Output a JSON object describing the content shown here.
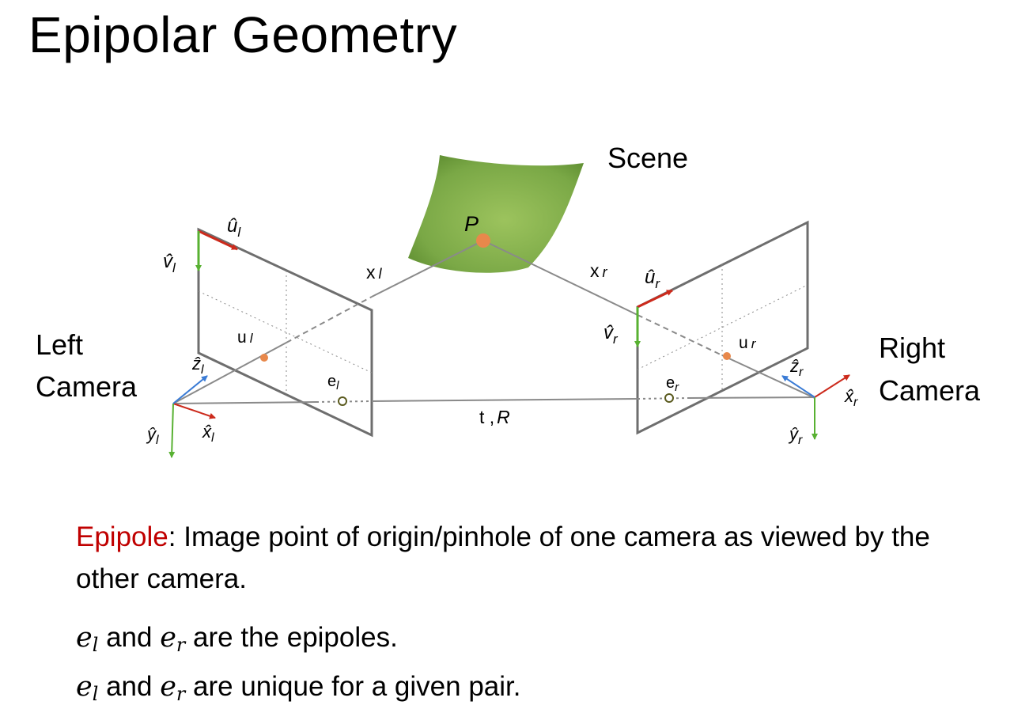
{
  "title": "Epipolar Geometry",
  "labels": {
    "scene": "Scene",
    "point": "P",
    "left_camera": [
      "Left",
      "Camera"
    ],
    "right_camera": [
      "Right",
      "Camera"
    ],
    "xl": "x",
    "xl_sub": "l",
    "xr": "x",
    "xr_sub": "r",
    "ul": "u",
    "ul_sub": "l",
    "ur": "u",
    "ur_sub": "r",
    "el": "e",
    "el_sub": "l",
    "er": "e",
    "er_sub": "r",
    "uhat_l": "û",
    "uhat_l_sub": "l",
    "vhat_l": "v̂",
    "vhat_l_sub": "l",
    "uhat_r": "û",
    "uhat_r_sub": "r",
    "vhat_r": "v̂",
    "vhat_r_sub": "r",
    "zhat_l": "ẑ",
    "zhat_l_sub": "l",
    "yhat_l": "ŷ",
    "yhat_l_sub": "l",
    "xhat_l": "x̂",
    "xhat_l_sub": "l",
    "zhat_r": "ẑ",
    "zhat_r_sub": "r",
    "yhat_r": "ŷ",
    "yhat_r_sub": "r",
    "xhat_r": "x̂",
    "xhat_r_sub": "r",
    "baseline": "t ,",
    "baseline_R": "R"
  },
  "definition": {
    "term": "Epipole",
    "text": ": Image point of origin/pinhole of one camera as viewed by the other camera."
  },
  "statements": [
    {
      "a": "e",
      "a_sub": "l",
      "mid": " and ",
      "b": "e",
      "b_sub": "r",
      "rest": " are the epipoles."
    },
    {
      "a": "e",
      "a_sub": "l",
      "mid": " and ",
      "b": "e",
      "b_sub": "r",
      "rest": " are unique for a given pair."
    }
  ],
  "colors": {
    "axis_red": "#cc2a1c",
    "axis_green": "#58b132",
    "axis_blue": "#3a7bd5",
    "point_orange": "#e8884b",
    "scene_green": "#7aa846",
    "frame_gray": "#6e6e6e",
    "term_red": "#c00000"
  }
}
